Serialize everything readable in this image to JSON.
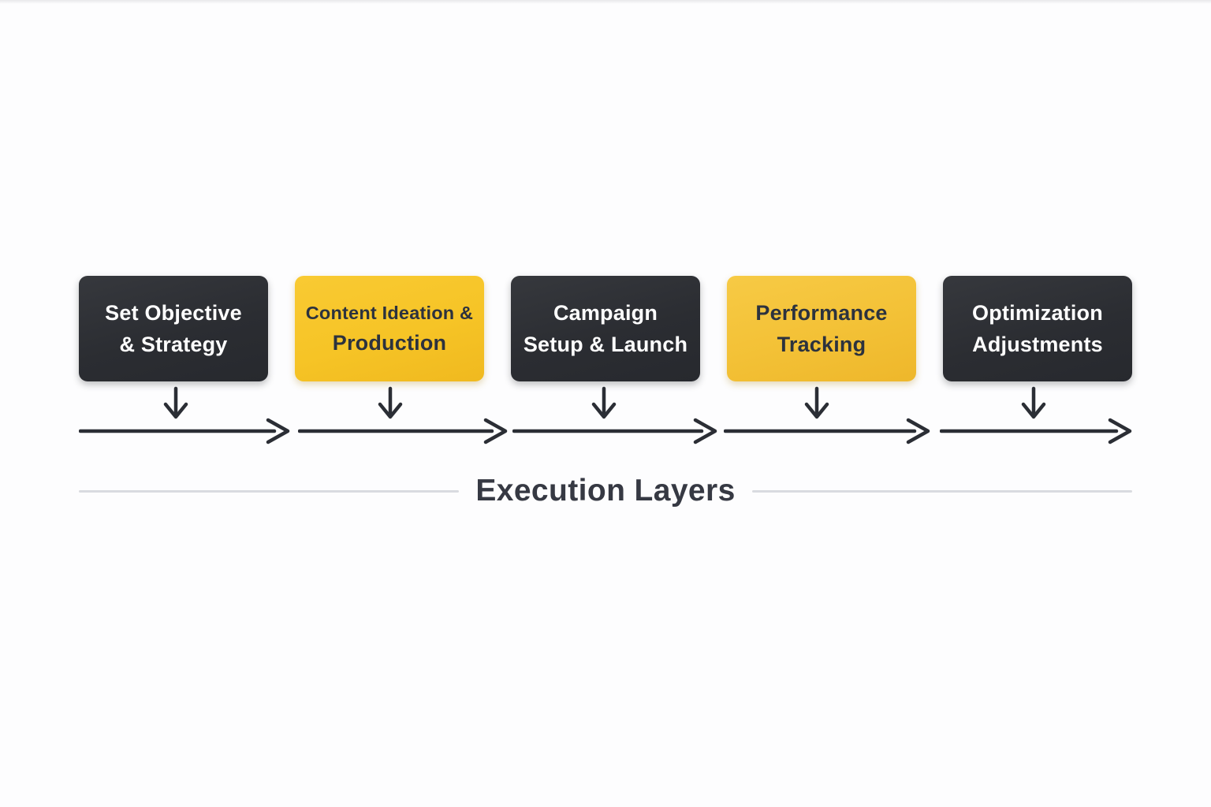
{
  "diagram": {
    "title": "Execution Layers",
    "steps": [
      {
        "line1": "Set Objective",
        "line2": "& Strategy",
        "style": "dark"
      },
      {
        "line1": "Content Ideation &",
        "line2": "Production",
        "style": "yellow"
      },
      {
        "line1": "Campaign",
        "line2": "Setup & Launch",
        "style": "dark"
      },
      {
        "line1": "Performance",
        "line2": "Tracking",
        "style": "yellow"
      },
      {
        "line1": "Optimization",
        "line2": "Adjustments",
        "style": "dark"
      }
    ],
    "colors": {
      "dark_box": "#2d2f34",
      "dark_box_text": "#ffffff",
      "yellow_box": "#f6c428",
      "yellow_box_soft": "#f3c136",
      "yellow_box_text": "#2c323e",
      "arrow": "#2b2e35",
      "title_text": "#363943",
      "divider_line": "#d9dbe0",
      "background": "#fdfdfe"
    }
  }
}
